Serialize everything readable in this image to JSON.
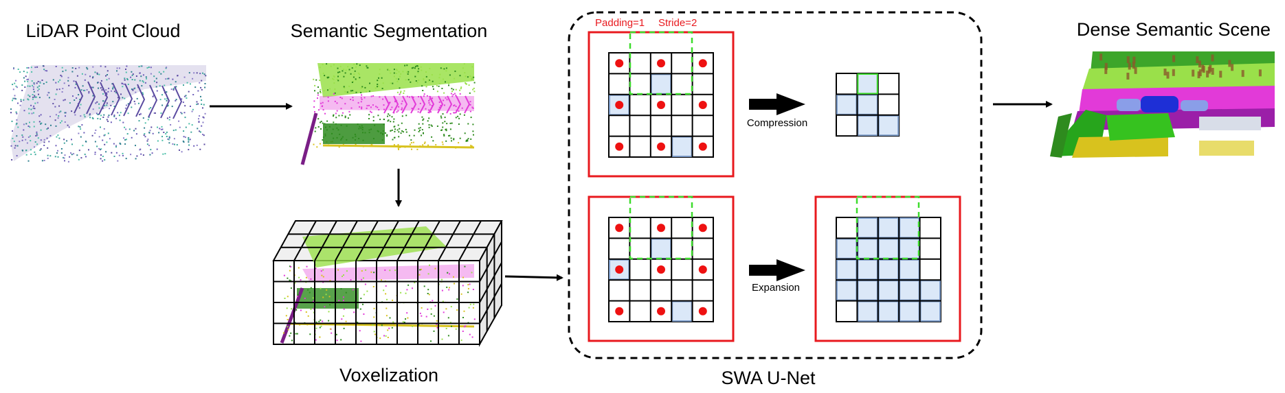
{
  "titles": {
    "lidar": "LiDAR Point Cloud",
    "semantic": "Semantic Segmentation",
    "voxel": "Voxelization",
    "swa": "SWA U-Net",
    "dense": "Dense Semantic Scene"
  },
  "swa": {
    "padding": "Padding=1",
    "stride": "Stride=2",
    "compression": "Compression",
    "expansion": "Expansion"
  },
  "colors": {
    "frame_red": "#e8191e",
    "window_green": "#3ddc2c",
    "cell_blue": "#dbe8f8",
    "cell_blue_edge": "#7d9cc9",
    "dot_red": "#ee1111",
    "vegetation": "#2e8b1e",
    "road": "#e23ad8",
    "terrain": "#9ae04a",
    "car": "#1e2fd6",
    "building": "#d8c21e",
    "ground": "#7a1e86"
  }
}
